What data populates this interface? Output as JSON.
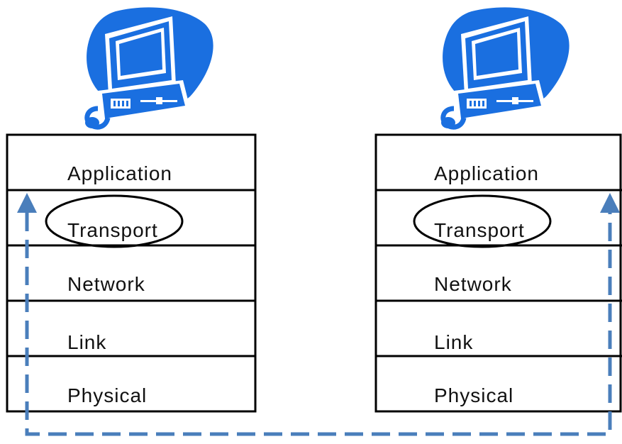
{
  "left_host": {
    "icon": "desktop-computer-icon",
    "layers": [
      "Application",
      "Transport",
      "Network",
      "Link",
      "Physical"
    ],
    "highlighted_layer": "Transport"
  },
  "right_host": {
    "icon": "desktop-computer-icon",
    "layers": [
      "Application",
      "Transport",
      "Network",
      "Link",
      "Physical"
    ],
    "highlighted_layer": "Transport"
  },
  "flow": {
    "direction": "left-transport-down-across-up-to-right-transport",
    "color": "#4a7ebb"
  },
  "colors": {
    "computer": "#1a6fe0",
    "stack_border": "#000000",
    "dashed_path": "#4a7ebb"
  }
}
